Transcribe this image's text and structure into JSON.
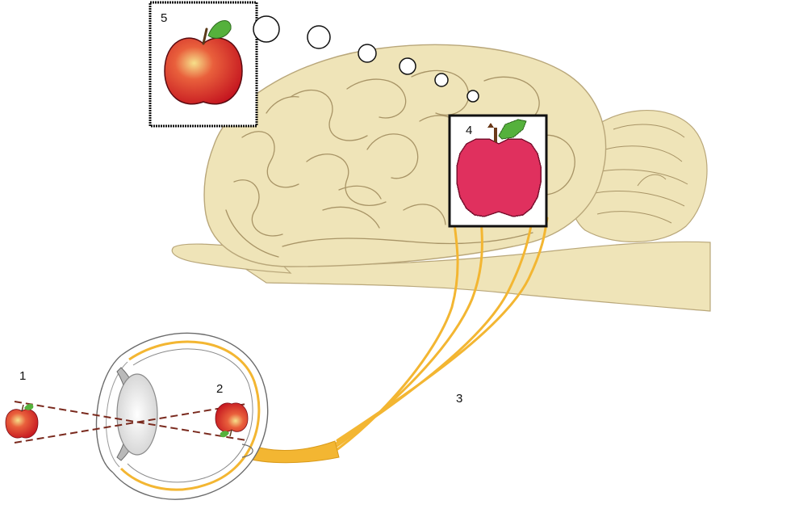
{
  "labels": {
    "step1": "1",
    "step2": "2",
    "step3": "3",
    "step4": "4",
    "step5": "5"
  },
  "colors": {
    "brain": "#efe4b8",
    "brain_stroke": "#b9a77a",
    "fold": "#a89466",
    "nerve": "#f3b632",
    "apple_red": "#d81e2e",
    "pixel_apple": "#e0305e",
    "leaf": "#55b13c",
    "ray": "#7a2a1e",
    "eye_stroke": "#6b6b6b"
  },
  "icons": [
    "apple-icon",
    "pixel-apple-icon",
    "thought-bubble"
  ]
}
